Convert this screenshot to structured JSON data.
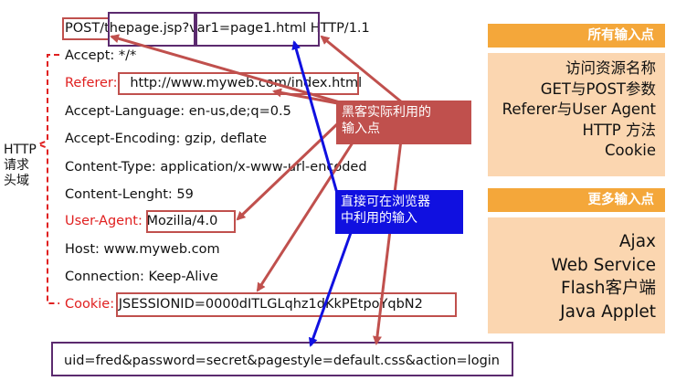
{
  "request": {
    "line": {
      "method": "POST",
      "resource": "/thepage.jsp",
      "query": "?var1=page1.html",
      "version": "HTTP/1.1"
    },
    "headers": {
      "accept": "Accept: */*",
      "referer_name": "Referer:",
      "referer_value": "http://www.myweb.com/index.html",
      "accept_language": "Accept-Language: en-us,de;q=0.5",
      "accept_encoding": "Accept-Encoding: gzip, deflate",
      "content_type": "Content-Type: application/x-www-url-encoded",
      "content_length": "Content-Lenght: 59",
      "user_agent_name": "User-Agent:",
      "user_agent_value": "Mozilla/4.0",
      "host": "Host: www.myweb.com",
      "connection": "Connection: Keep-Alive",
      "cookie_name": "Cookie:",
      "cookie_value": "JSESSIONID=0000dITLGLqhz1dKkPEtpoYqbN2"
    },
    "body": "uid=fred&password=secret&pagestyle=default.css&action=login"
  },
  "side_label": [
    "HTTP",
    "请求",
    "头域"
  ],
  "callouts": {
    "hacker": [
      "黑客实际利用的",
      "输入点"
    ],
    "browser": [
      "直接可在浏览器",
      "中利用的输入"
    ]
  },
  "panels": {
    "all_inputs": {
      "title": "所有输入点",
      "items": [
        "访问资源名称",
        "GET与POST参数",
        "Referer与User Agent",
        "HTTP 方法",
        "Cookie"
      ]
    },
    "more_inputs": {
      "title": "更多输入点",
      "items": [
        "Ajax",
        "Web Service",
        "Flash客户端",
        "Java Applet"
      ]
    }
  },
  "colors": {
    "header_red": "#e02020",
    "box_red": "#c0504d",
    "box_purple": "#5b2a6e",
    "callout_red": "#c0504d",
    "callout_blue": "#1010e0",
    "panel_header": "#f4a73a",
    "panel_body": "#fbd6b0"
  }
}
